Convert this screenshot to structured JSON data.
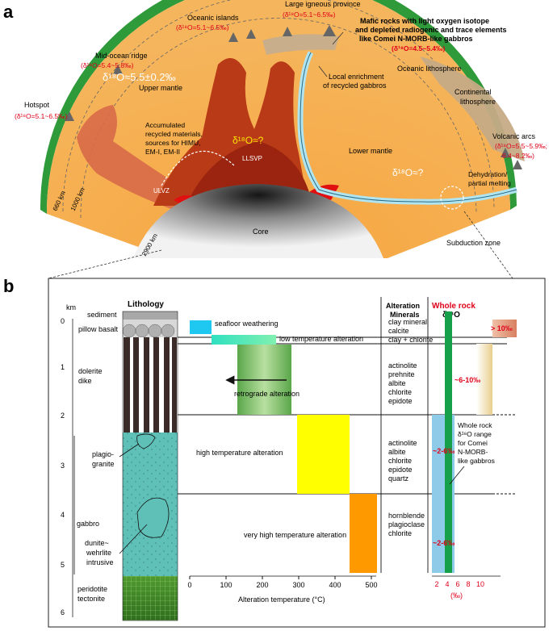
{
  "panel_a": {
    "label": "a",
    "settings": [
      {
        "name": "Hotspot",
        "value": "(δ¹⁸O=5.1~6.5‰)"
      },
      {
        "name": "Mid-ocean ridge",
        "value": "(δ¹⁸O=5.4~5.8‰)"
      },
      {
        "name": "Oceanic islands",
        "value": "(δ¹⁸O=5.1~6.5‰)"
      },
      {
        "name": "Large igneous province",
        "value": "(δ¹⁸O=5.1~6.5‰)"
      },
      {
        "name": "Volcanic arcs",
        "value": "(δ¹⁸O=5.5~5.9‰;",
        "value2": "6.4~8.2‰)"
      }
    ],
    "mafic_note": [
      "Mafic rocks with light oxygen isotope",
      "and depleted radiogenic and trace elements",
      "like Comei N-MORB-like gabbros"
    ],
    "mafic_value": "(δ¹⁸O=4.5~5.4‰)",
    "upper_mantle_value": "δ¹⁸O≈5.5±0.2‰",
    "llsvp_value": "δ¹⁸O≈?",
    "lower_mantle_value": "δ¹⁸O≈?",
    "labels": {
      "upper_mantle": "Upper mantle",
      "lower_mantle": "Lower mantle",
      "oceanic_lithosphere": "Oceanic lithosphere",
      "continental_lithosphere": [
        "Continental",
        "lithosphere"
      ],
      "local_enrichment": [
        "Local enrichment",
        "of recycled gabbros"
      ],
      "accumulated": [
        "Accumulated",
        "recycled materials,",
        "sources for HIMU,",
        "EM-I, EM-II"
      ],
      "llsvp": "LLSVP",
      "ulvz": "ULVZ",
      "core": "Core",
      "dehydration": [
        "Dehydration/",
        "partial melting"
      ],
      "subduction_zone": "Subduction zone",
      "depth_660": "660 km",
      "depth_1000": "1000 km",
      "depth_2900": "2900 km"
    }
  },
  "panel_b": {
    "label": "b",
    "km_label": "km",
    "lithology_title": "Lithology",
    "depth_ticks": [
      "0",
      "1",
      "2",
      "3",
      "4",
      "5",
      "6"
    ],
    "units": {
      "sediment": "sediment",
      "pillow_basalt": "pillow basalt",
      "dolerite_dike": [
        "dolerite",
        "dike"
      ],
      "plagiogranite": [
        "plagio-",
        "granite"
      ],
      "gabbro": "gabbro",
      "dunite": [
        "dunite~",
        "wehrlite",
        "intrusive"
      ],
      "peridotite": [
        "peridotite",
        "tectonite"
      ]
    },
    "alteration_labels": {
      "seafloor": "seafloor weathering",
      "low_temp": "low temperature alteration",
      "retrograde": "retrograde alteration",
      "high_temp": "high temperature alteration",
      "very_high_temp": "very high temperature alteration"
    },
    "xaxis": {
      "ticks": [
        "0",
        "100",
        "200",
        "300",
        "400",
        "500"
      ],
      "label": "Alteration temperature (°C)"
    },
    "minerals_title": [
      "Alteration",
      "Minerals"
    ],
    "minerals": [
      [
        "clay mineral",
        "calcite"
      ],
      [
        "clay + chlorite"
      ],
      [
        "actinolite",
        "prehnite",
        "albite",
        "chlorite",
        "epidote"
      ],
      [
        "actinolite",
        "albite",
        "chlorite",
        "epidote",
        "quartz"
      ],
      [
        "hornblende",
        "plagioclase",
        "chlorite"
      ]
    ],
    "whole_rock_title": [
      "Whole rock",
      "δ¹⁸O"
    ],
    "whole_rock_values": {
      "top": "> 10‰",
      "upper": "~6-10‰",
      "mid": "~2-6‰",
      "low": "~2-6‰"
    },
    "comei_note": [
      "Whole rock",
      "δ¹⁸O range",
      "for Comei",
      "N-MORB-",
      "like gabbros"
    ],
    "iso_ticks": [
      "2",
      "4",
      "6",
      "8",
      "10"
    ],
    "iso_unit": "(‰)"
  },
  "colors": {
    "mantle": "#f4a94a",
    "plume": "#c04a18",
    "lithosphere_green": "#2f9a3a",
    "seafloor_cyan": "#1ec8f0",
    "low_temp_green": "#3fe0b0",
    "high_temp_yellow": "#ffff00",
    "very_high_orange": "#ff9900",
    "red_text": "#e0001a",
    "whole_rock_green": "#16a04a",
    "whole_rock_blue": "#8ecbe8"
  }
}
